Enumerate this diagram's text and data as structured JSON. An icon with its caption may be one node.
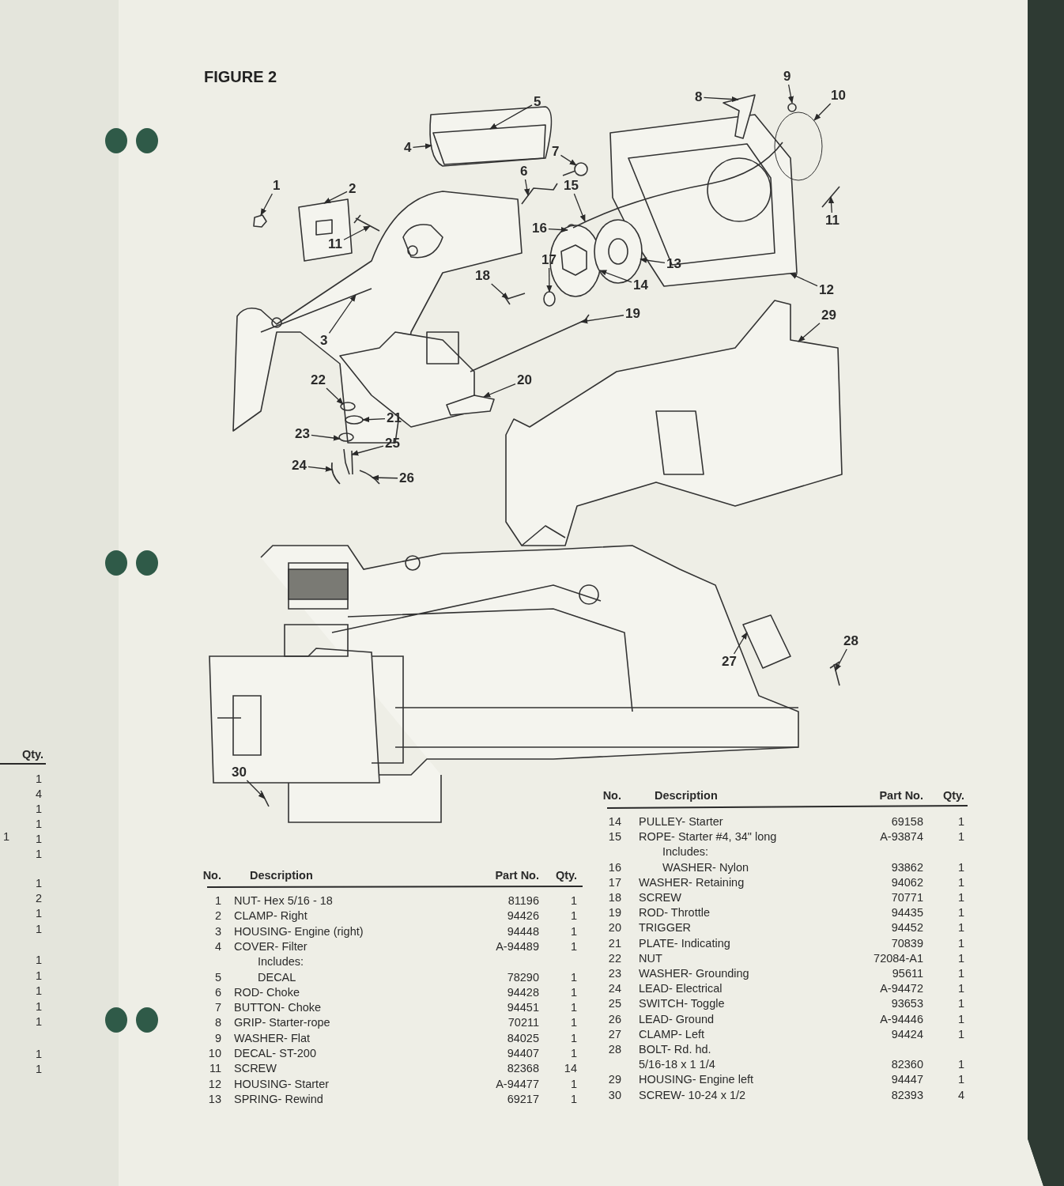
{
  "diagram": {
    "title": "FIGURE 2",
    "nodes": [
      {
        "text": [
          "9"
        ]
      },
      {
        "text": [
          "8"
        ]
      },
      {
        "text": [
          "10"
        ]
      },
      {
        "text": [
          "5"
        ]
      },
      {
        "text": [
          "4"
        ]
      },
      {
        "text": [
          "7"
        ]
      },
      {
        "text": [
          "6"
        ]
      },
      {
        "text": [
          "1"
        ]
      },
      {
        "text": [
          "2"
        ]
      },
      {
        "text": [
          "15"
        ]
      },
      {
        "text": [
          "11"
        ]
      },
      {
        "text": [
          "16"
        ]
      },
      {
        "text": [
          "11"
        ]
      },
      {
        "text": [
          "17"
        ]
      },
      {
        "text": [
          "13"
        ]
      },
      {
        "text": [
          "18"
        ]
      },
      {
        "text": [
          "14"
        ]
      },
      {
        "text": [
          "12"
        ]
      },
      {
        "text": [
          "19"
        ]
      },
      {
        "text": [
          "29"
        ]
      },
      {
        "text": [
          "3"
        ]
      },
      {
        "text": [
          "20"
        ]
      },
      {
        "text": [
          "22"
        ]
      },
      {
        "text": [
          "21"
        ]
      },
      {
        "text": [
          "23"
        ]
      },
      {
        "text": [
          "25"
        ]
      },
      {
        "text": [
          "24"
        ]
      },
      {
        "text": [
          "26"
        ]
      },
      {
        "text": [
          "28"
        ]
      },
      {
        "text": [
          "27"
        ]
      },
      {
        "text": [
          "30"
        ]
      }
    ],
    "edges": [
      {
        "from": 0,
        "to": null,
        "arrow": "to"
      },
      {
        "from": 1,
        "to": null,
        "arrow": "to"
      },
      {
        "from": 2,
        "to": null,
        "arrow": "to"
      },
      {
        "from": 3,
        "to": null,
        "arrow": "to"
      },
      {
        "from": 4,
        "to": null,
        "arrow": "to"
      },
      {
        "from": 5,
        "to": null,
        "arrow": "to"
      },
      {
        "from": 6,
        "to": null,
        "arrow": "to"
      },
      {
        "from": 7,
        "to": null,
        "arrow": "to"
      },
      {
        "from": 8,
        "to": null,
        "arrow": "to"
      },
      {
        "from": 9,
        "to": null,
        "arrow": "to"
      },
      {
        "from": 10,
        "to": null,
        "arrow": "to"
      },
      {
        "from": 11,
        "to": null,
        "arrow": "to"
      },
      {
        "from": 12,
        "to": null,
        "arrow": "to"
      },
      {
        "from": 13,
        "to": null,
        "arrow": "to"
      },
      {
        "from": 14,
        "to": null,
        "arrow": "to"
      },
      {
        "from": 15,
        "to": null,
        "arrow": "to"
      },
      {
        "from": 16,
        "to": null,
        "arrow": "to"
      },
      {
        "from": 17,
        "to": null,
        "arrow": "to"
      },
      {
        "from": 18,
        "to": null,
        "arrow": "to"
      },
      {
        "from": 19,
        "to": null,
        "arrow": "to"
      },
      {
        "from": 20,
        "to": null,
        "arrow": "to"
      },
      {
        "from": 21,
        "to": null,
        "arrow": "to"
      },
      {
        "from": 22,
        "to": null,
        "arrow": "to"
      },
      {
        "from": 23,
        "to": null,
        "arrow": "to"
      },
      {
        "from": 24,
        "to": null,
        "arrow": "to"
      },
      {
        "from": 25,
        "to": null,
        "arrow": "to"
      },
      {
        "from": 26,
        "to": null,
        "arrow": "to"
      },
      {
        "from": 27,
        "to": null,
        "arrow": "to"
      },
      {
        "from": 28,
        "to": null,
        "arrow": "to"
      },
      {
        "from": 29,
        "to": null,
        "arrow": "to"
      },
      {
        "from": 30,
        "to": null,
        "arrow": "to"
      }
    ],
    "labels": [
      "Qty.",
      "1",
      "4",
      "1",
      "1",
      "1",
      "1",
      "1",
      "1",
      "2",
      "1",
      "1",
      "1",
      "1",
      "1",
      "1",
      "1",
      "1",
      "1",
      "No.",
      "Description",
      "Part No.",
      "Qty.",
      "1",
      "NUT- Hex 5/16 - 18",
      "81196",
      "1",
      "2",
      "CLAMP- Right",
      "94426",
      "1",
      "3",
      "HOUSING- Engine (right)",
      "94448",
      "1",
      "4",
      "COVER- Filter",
      "A-94489",
      "1",
      "Includes:",
      "5",
      "DECAL",
      "78290",
      "1",
      "6",
      "ROD- Choke",
      "94428",
      "1",
      "7",
      "BUTTON- Choke",
      "94451",
      "1",
      "8",
      "GRIP- Starter-rope",
      "70211",
      "1",
      "9",
      "WASHER- Flat",
      "84025",
      "1",
      "10",
      "DECAL- ST-200",
      "94407",
      "1",
      "11",
      "SCREW",
      "82368",
      "14",
      "12",
      "HOUSING- Starter",
      "A-94477",
      "1",
      "13",
      "SPRING- Rewind",
      "69217",
      "1",
      "No.",
      "Description",
      "Part No.",
      "Qty.",
      "14",
      "PULLEY- Starter",
      "69158",
      "1",
      "15",
      "ROPE- Starter #4, 34\" long",
      "A-93874",
      "1",
      "Includes:",
      "16",
      "WASHER- Nylon",
      "93862",
      "1",
      "17",
      "WASHER- Retaining",
      "94062",
      "1",
      "18",
      "SCREW",
      "70771",
      "1",
      "19",
      "ROD- Throttle",
      "94435",
      "1",
      "20",
      "TRIGGER",
      "94452",
      "1",
      "21",
      "PLATE- Indicating",
      "70839",
      "1",
      "22",
      "NUT",
      "72084-A1",
      "1",
      "23",
      "WASHER- Grounding",
      "95611",
      "1",
      "24",
      "LEAD- Electrical",
      "A-94472",
      "1",
      "25",
      "SWITCH- Toggle",
      "93653",
      "1",
      "26",
      "LEAD- Ground",
      "A-94446",
      "1",
      "27",
      "CLAMP- Left",
      "94424",
      "1",
      "28",
      "BOLT- Rd. hd.",
      "5/16-18 x 1 1/4",
      "82360",
      "1",
      "29",
      "HOUSING- Engine left",
      "94447",
      "1",
      "30",
      "SCREW- 10-24 x 1/2",
      "82393",
      "4"
    ]
  }
}
